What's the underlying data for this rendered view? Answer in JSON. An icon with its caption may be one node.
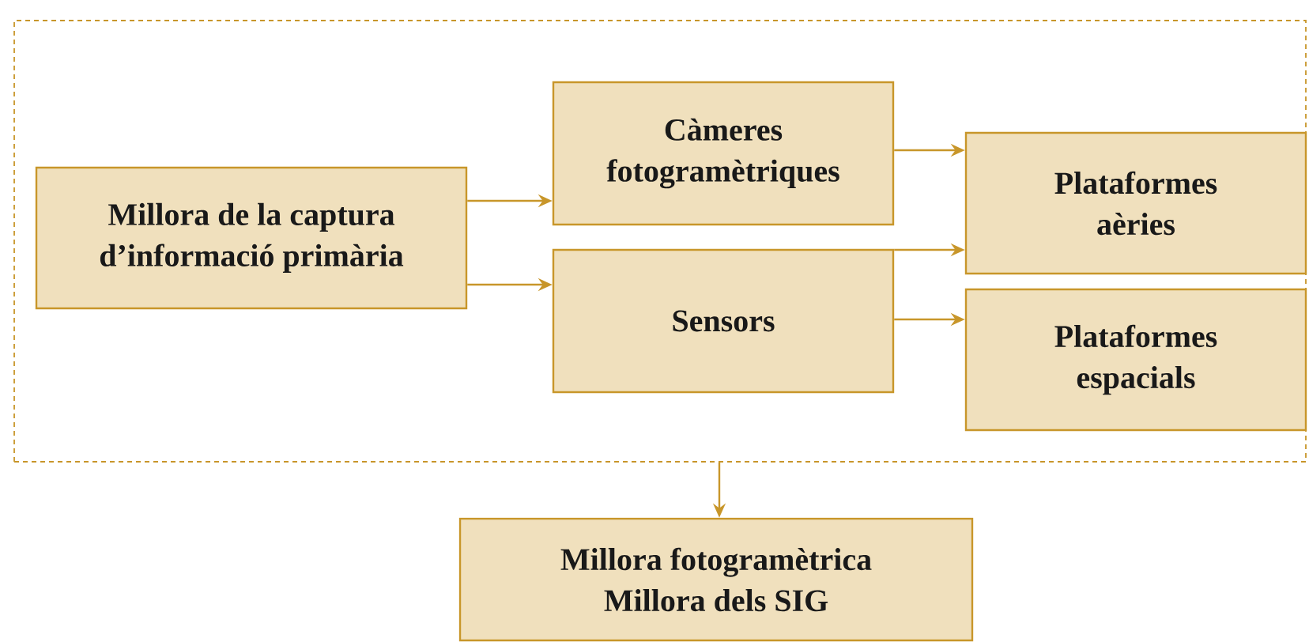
{
  "diagram": {
    "nodes": [
      {
        "text": [],
        "shape": "box"
      },
      {
        "text": [
          "Millora de la captura d’informació primària"
        ],
        "in": 0
      },
      {
        "text": [
          "Càmeres fotogramètriques"
        ],
        "in": 0
      },
      {
        "text": [
          "Sensors"
        ],
        "in": 0
      },
      {
        "text": [
          "Plataformes aèries"
        ],
        "in": 0
      },
      {
        "text": [
          "Plataformes espacials"
        ],
        "in": 0
      },
      {
        "text": [
          "Millora fotogramètrica Millora dels SIG"
        ]
      }
    ],
    "edges": [
      {
        "from": 1,
        "to": 2,
        "arrow": "to"
      },
      {
        "from": 1,
        "to": 3,
        "arrow": "to"
      },
      {
        "from": 2,
        "to": 4,
        "arrow": "to"
      },
      {
        "from": 3,
        "to": 4,
        "arrow": "to"
      },
      {
        "from": 3,
        "to": 5,
        "arrow": "to"
      },
      {
        "from": 0,
        "to": 6,
        "arrow": "to"
      }
    ]
  }
}
